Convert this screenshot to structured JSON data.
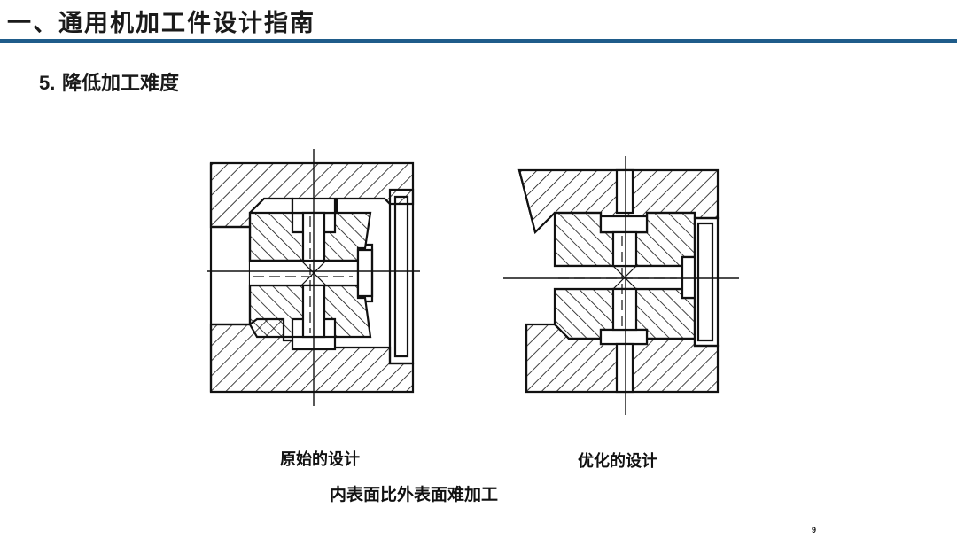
{
  "header": {
    "title": "一、通用机加工件设计指南",
    "rule_color": "#1f5c8a"
  },
  "section": {
    "number": "5.",
    "title": "降低加工难度"
  },
  "figures": {
    "left_caption": "原始的设计",
    "right_caption": "优化的设计",
    "bottom_caption": "内表面比外表面难加工"
  },
  "footer": {
    "page_number": "9"
  }
}
